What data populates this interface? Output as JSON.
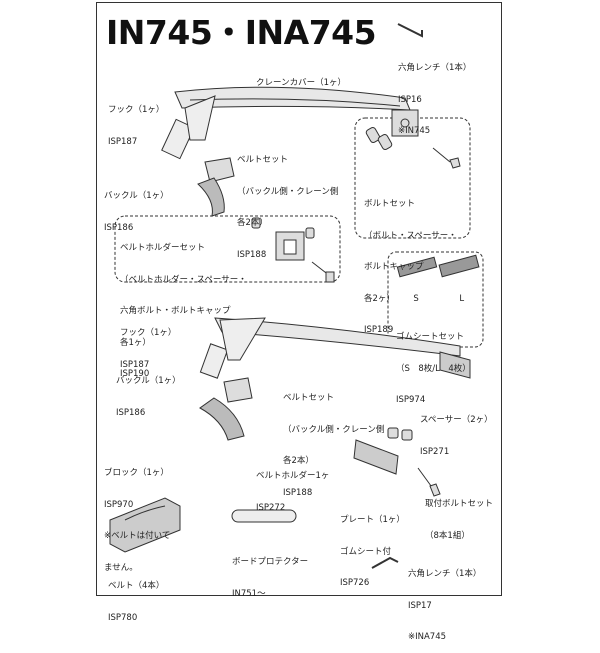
{
  "title": "IN745・INA745",
  "parts": {
    "hex_wrench_top": {
      "name": "六角レンチ（1本）",
      "code": "ISP16",
      "note": "※IN745"
    },
    "crane_cover": {
      "name": "クレーンカバー（1ヶ）"
    },
    "hook_top": {
      "name": "フック（1ヶ）",
      "code": "ISP187"
    },
    "belt_set_top": {
      "name": "ベルトセット",
      "detail1": "（バックル側・クレーン側",
      "detail2": "各2本）",
      "code": "ISP188"
    },
    "buckle_top": {
      "name": "バックル（1ヶ）",
      "code": "ISP186"
    },
    "bolt_set": {
      "name": "ボルトセット",
      "detail1": "（ボルト・スペーサー・",
      "detail2": "ボルトキャップ",
      "detail3": "各2ヶ）",
      "code": "ISP189"
    },
    "belt_holder_set": {
      "name": "ベルトホルダーセット",
      "detail1": "（ベルトホルダー・スペーサー・",
      "detail2": "六角ボルト・ボルトキャップ",
      "detail3": "各1ヶ）",
      "code": "ISP190"
    },
    "rubber_sheet_set": {
      "name": "ゴムシートセット",
      "detail": "（S　8枚/L　4枚）",
      "code": "ISP974",
      "size_s": "S",
      "size_l": "L"
    },
    "hook_bottom": {
      "name": "フック（1ヶ）",
      "code": "ISP187"
    },
    "buckle_bottom": {
      "name": "バックル（1ヶ）",
      "code": "ISP186"
    },
    "belt_set_bottom": {
      "name": "ベルトセット",
      "detail1": "（バックル側・クレーン側",
      "detail2": "各2本）",
      "code": "ISP188"
    },
    "spacer": {
      "name": "スペーサー（2ヶ）",
      "code": "ISP271"
    },
    "belt_holder": {
      "name": "ベルトホルダー1ヶ",
      "code": "ISP272"
    },
    "mount_bolt_set": {
      "name": "取付ボルトセット",
      "detail": "（8本1組）"
    },
    "block": {
      "name": "ブロック（1ヶ）",
      "code": "ISP970",
      "note1": "※ベルトは付いて",
      "note2": "ません。"
    },
    "plate": {
      "name": "プレート（1ヶ）",
      "detail": "ゴムシート付",
      "code": "ISP726"
    },
    "board_protector": {
      "name": "ボードプロテクター",
      "code": "IN751～"
    },
    "belt": {
      "name": "ベルト（4本）",
      "code": "ISP780"
    },
    "hex_wrench_bottom": {
      "name": "六角レンチ（1本）",
      "code": "ISP17",
      "note": "※INA745"
    }
  }
}
